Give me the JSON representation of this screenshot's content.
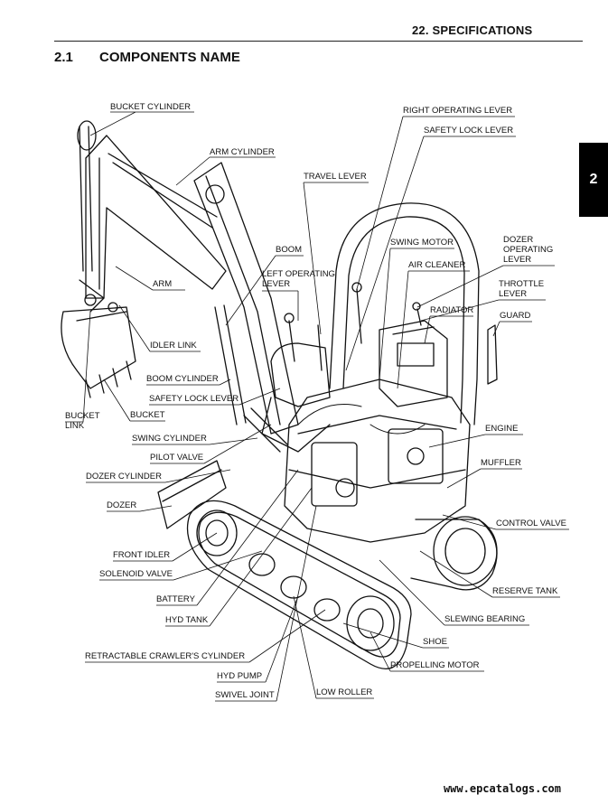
{
  "header": {
    "title": "22. SPECIFICATIONS"
  },
  "section": {
    "number": "2.1",
    "title": "COMPONENTS NAME"
  },
  "tab": {
    "label": "2"
  },
  "labels": {
    "bucket_cylinder": "BUCKET CYLINDER",
    "arm_cylinder": "ARM CYLINDER",
    "right_operating_lever": "RIGHT OPERATING LEVER",
    "safety_lock_lever_top": "SAFETY LOCK LEVER",
    "travel_lever": "TRAVEL LEVER",
    "swing_motor": "SWING MOTOR",
    "dozer_operating_lever": "DOZER\nOPERATING\nLEVER",
    "boom": "BOOM",
    "left_operating_lever": "LEFT OPERATING\nLEVER",
    "air_cleaner": "AIR CLEANER",
    "throttle_lever": "THROTTLE\nLEVER",
    "arm": "ARM",
    "radiator": "RADIATOR",
    "guard": "GUARD",
    "idler_link": "IDLER LINK",
    "boom_cylinder": "BOOM CYLINDER",
    "safety_lock_lever": "SAFETY LOCK LEVER",
    "bucket_link": "BUCKET\nLINK",
    "bucket": "BUCKET",
    "engine": "ENGINE",
    "swing_cylinder": "SWING CYLINDER",
    "pilot_valve": "PILOT VALVE",
    "muffler": "MUFFLER",
    "dozer_cylinder": "DOZER CYLINDER",
    "dozer": "DOZER",
    "control_valve": "CONTROL VALVE",
    "front_idler": "FRONT IDLER",
    "solenoid_valve": "SOLENOID VALVE",
    "reserve_tank": "RESERVE TANK",
    "battery": "BATTERY",
    "hyd_tank": "HYD TANK",
    "slewing_bearing": "SLEWING BEARING",
    "shoe": "SHOE",
    "retractable_crawlers_cylinder": "RETRACTABLE CRAWLER'S CYLINDER",
    "propelling_motor": "PROPELLING MOTOR",
    "hyd_pump": "HYD PUMP",
    "swivel_joint": "SWIVEL JOINT",
    "low_roller": "LOW ROLLER"
  },
  "footer": {
    "url": "www.epcatalogs.com"
  }
}
